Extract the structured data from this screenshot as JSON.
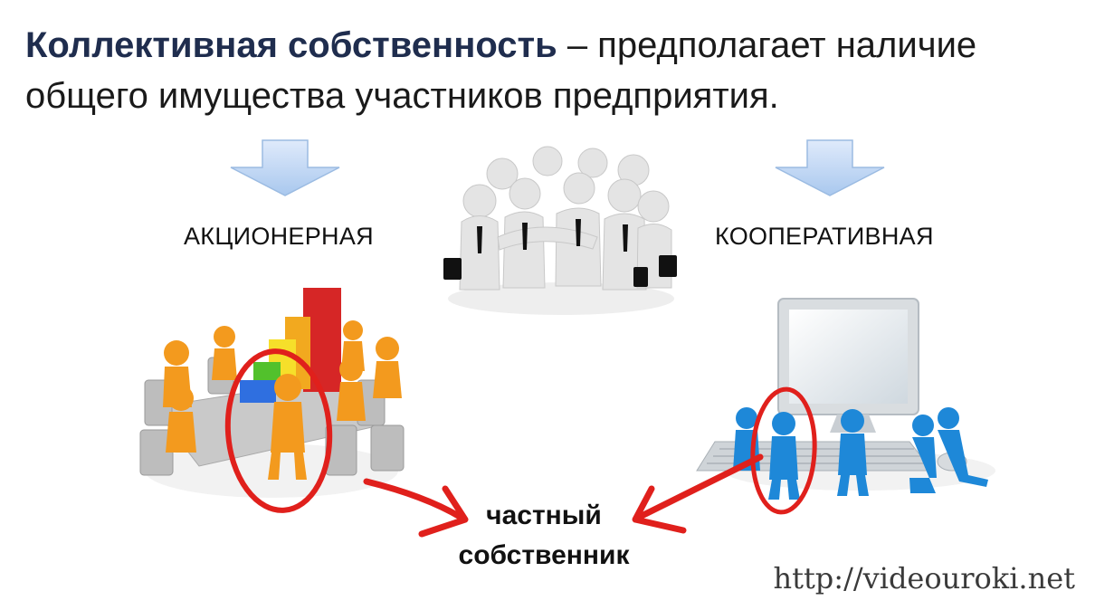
{
  "slide": {
    "title_bold": "Коллективная собственность",
    "title_rest": " – предполагает наличие общего имущества участников предприятия.",
    "label_left": "АКЦИОНЕРНАЯ",
    "label_right": "КООПЕРАТИВНАЯ",
    "center_line1": "частный",
    "center_line2": "собственник",
    "watermark": "http://videouroki.net"
  },
  "colors": {
    "arrow_blue": "#b7d3f2",
    "figure_orange": "#f39a1e",
    "figure_blue": "#1e88d8",
    "highlight_red": "#e0201c",
    "figure_white": "#e6e6e6"
  }
}
